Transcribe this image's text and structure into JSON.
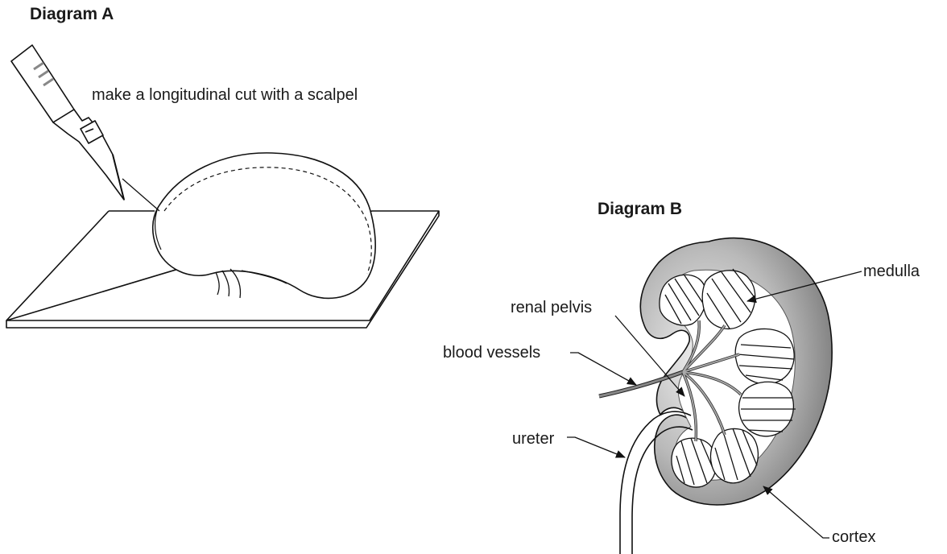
{
  "diagram_a": {
    "title": "Diagram A",
    "instruction": "make a longitudinal cut with a scalpel"
  },
  "diagram_b": {
    "title": "Diagram B",
    "labels": {
      "medulla": "medulla",
      "renal_pelvis": "renal pelvis",
      "blood_vessels": "blood vessels",
      "ureter": "ureter",
      "cortex": "cortex"
    }
  }
}
